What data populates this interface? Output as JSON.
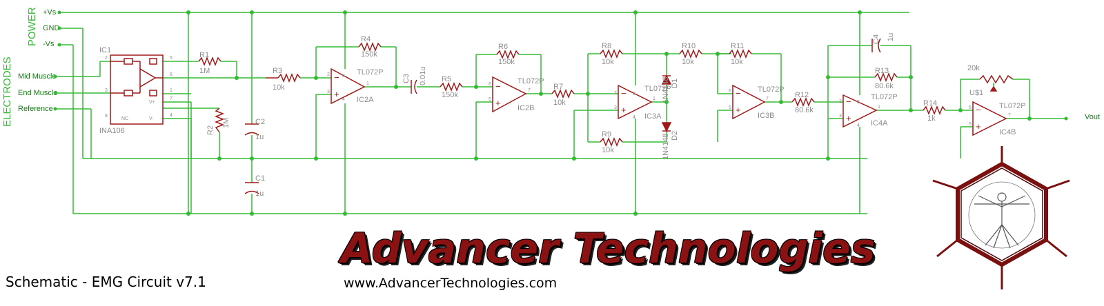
{
  "title": "Schematic - EMG Circuit v7.1",
  "brand": {
    "name": "Advancer Technologies",
    "url": "www.AdvancerTechnologies.com"
  },
  "groups": {
    "power": "POWER",
    "electrodes": "ELECTRODES"
  },
  "nets": {
    "vs_pos": "+Vs",
    "gnd": "GND",
    "vs_neg": "-Vs",
    "mid_muscle": "Mid Muscle",
    "end_muscle": "End Muscle",
    "reference": "Reference",
    "vout": "Vout"
  },
  "components": {
    "ic1": {
      "ref": "IC1",
      "part": "INA106"
    },
    "r1": {
      "ref": "R1",
      "value": "1M"
    },
    "r2": {
      "ref": "R2",
      "value": "1M"
    },
    "c1": {
      "ref": "C1",
      "value": "1u"
    },
    "c2": {
      "ref": "C2",
      "value": "1u"
    },
    "r3": {
      "ref": "R3",
      "value": "10k"
    },
    "r4": {
      "ref": "R4",
      "value": "150k"
    },
    "ic2a": {
      "ref": "IC2A",
      "part": "TL072P"
    },
    "c3": {
      "ref": "C3",
      "value": "0.01u"
    },
    "r5": {
      "ref": "R5",
      "value": "150k"
    },
    "r6": {
      "ref": "R6",
      "value": "150k"
    },
    "ic2b": {
      "ref": "IC2B",
      "part": "TL072P"
    },
    "r7": {
      "ref": "R7",
      "value": "10k"
    },
    "r8": {
      "ref": "R8",
      "value": "10k"
    },
    "r9": {
      "ref": "R9",
      "value": "10k"
    },
    "ic3a": {
      "ref": "IC3A",
      "part": "TL072P"
    },
    "d1": {
      "ref": "D1",
      "part": "1N4148"
    },
    "d2": {
      "ref": "D2",
      "part": "1N4148"
    },
    "r10": {
      "ref": "R10",
      "value": "10k"
    },
    "r11": {
      "ref": "R11",
      "value": "10k"
    },
    "ic3b": {
      "ref": "IC3B",
      "part": "TL072P"
    },
    "r12": {
      "ref": "R12",
      "value": "80.6k"
    },
    "c4": {
      "ref": "C4",
      "value": "1u"
    },
    "r13": {
      "ref": "R13",
      "value": "80.6k"
    },
    "ic4a": {
      "ref": "IC4A",
      "part": "TL072P"
    },
    "r14": {
      "ref": "R14",
      "value": "1k"
    },
    "u1": {
      "ref": "U$1",
      "value": "20k"
    },
    "ic4b": {
      "ref": "IC4B",
      "part": "TL072P"
    }
  },
  "ic1_pins": {
    "p1": "1",
    "p2": "2",
    "p3": "3",
    "p4": "4",
    "p5": "5",
    "p6": "6",
    "p7": "7",
    "p8": "8",
    "nc": "NC",
    "vpos": "V+",
    "vneg": "V-"
  },
  "opamp_pins": {
    "p1": "1",
    "p2": "2",
    "p3": "3",
    "p4": "4",
    "p5": "5",
    "p6": "6",
    "p7": "7",
    "p8": "8",
    "minus": "−",
    "plus": "+"
  },
  "colors": {
    "wire": "#33bb33",
    "component": "#a01818",
    "label": "#8c8c8c",
    "net_label": "#1a7a1a",
    "brand": "#8b1212"
  },
  "logo": {
    "description_icon": "vitruvian-hexagon-logo"
  }
}
